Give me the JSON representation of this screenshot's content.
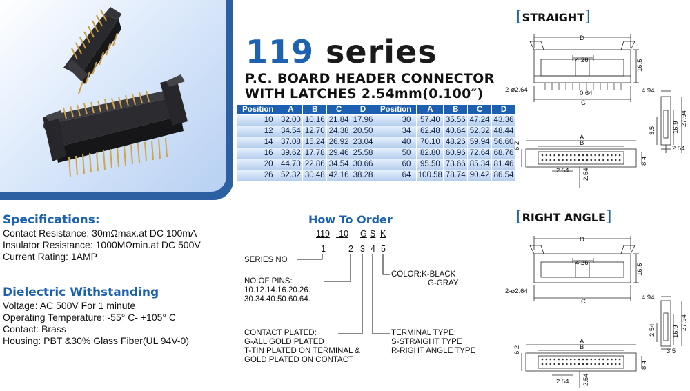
{
  "title": {
    "number": "119",
    "word": "series"
  },
  "subtitle": {
    "line1": "P.C. BOARD HEADER CONNECTOR",
    "line2": "WITH LATCHES 2.54mm(0.100″)"
  },
  "table": {
    "headers": [
      "Position",
      "A",
      "B",
      "C",
      "D",
      "Position",
      "A",
      "B",
      "C",
      "D"
    ],
    "rows": [
      [
        "10",
        "32.00",
        "10.16",
        "21.84",
        "17.96",
        "30",
        "57.40",
        "35.56",
        "47.24",
        "43.36"
      ],
      [
        "12",
        "34.54",
        "12.70",
        "24.38",
        "20.50",
        "34",
        "62.48",
        "40.64",
        "52.32",
        "48.44"
      ],
      [
        "14",
        "37.08",
        "15.24",
        "26.92",
        "23.04",
        "40",
        "70.10",
        "48.26",
        "59.94",
        "56.60"
      ],
      [
        "16",
        "39.62",
        "17.78",
        "29.46",
        "25.58",
        "50",
        "82.80",
        "60.96",
        "72.64",
        "68.76"
      ],
      [
        "20",
        "44.70",
        "22.86",
        "34.54",
        "30.66",
        "60",
        "95.50",
        "73.66",
        "85.34",
        "81.46"
      ],
      [
        "26",
        "52.32",
        "30.48",
        "42.16",
        "38.28",
        "64",
        "100.58",
        "78.74",
        "90.42",
        "86.54"
      ]
    ]
  },
  "specs": {
    "title": "Specifications:",
    "lines": [
      "Contact Resistance: 30mΩmax.at DC 100mA",
      "Insulator Resistance: 1000MΩmin.at DC 500V",
      "Current Rating: 1AMP"
    ]
  },
  "dielectric": {
    "title": "Dielectric Withstanding",
    "lines": [
      "Voltage: AC 500V For 1 minute",
      "Operating Temperature: -55° C- +105° C",
      "Contact: Brass",
      "Housing: PBT &30% Glass Fiber(UL 94V-0)"
    ]
  },
  "how_to_order": {
    "title": "How To Order",
    "code": [
      "119",
      "-10",
      "G",
      "S",
      "K"
    ],
    "indices": [
      "1",
      "2",
      "3",
      "4",
      "5"
    ],
    "series_no": "SERIES NO",
    "pins": [
      "NO.OF PINS:",
      "10.12.14.16.20.26.",
      "30.34.40.50.60.64."
    ],
    "color": [
      "COLOR:K-BLACK",
      "G-GRAY"
    ],
    "plated": [
      "CONTACT PLATED:",
      "G-ALL GOLD PLATED",
      "T-TIN PLATED ON TERMINAL &",
      "GOLD PLATED ON CONTACT"
    ],
    "terminal": [
      "TERMINAL TYPE:",
      "S-STRAIGHT TYPE",
      "R-RIGHT ANGLE TYPE"
    ]
  },
  "straight": {
    "label": "STRAIGHT",
    "dims": {
      "D": "D",
      "pitch_top": "4.26",
      "h": "16.5",
      "hole": "2-ø2.64",
      "pin": "0.64",
      "C": "C",
      "side_w": "4.94",
      "side_h1": "16.9",
      "side_h2": "27.94",
      "side_h3": "3.5",
      "side_b": "2.54",
      "A": "A",
      "B": "B",
      "w": "6.2",
      "w2": "8.4",
      "p1": "2.54",
      "p2": "2.54"
    }
  },
  "right_angle": {
    "label": "RIGHT ANGLE",
    "dims": {
      "D": "D",
      "pitch_top": "4.26",
      "h": "16.5",
      "hole": "2-ø2.64",
      "C": "C",
      "side_w": "4.94",
      "side_h1": "16.9",
      "side_h2": "27.94",
      "side_h3": "2.54",
      "side_b": "3.5",
      "A": "A",
      "B": "B",
      "w": "6.2",
      "w2": "8.4",
      "p1": "2.54",
      "p2": "2.54"
    }
  },
  "colors": {
    "accent": "#1d62b0",
    "table_header": "#1d5fb0",
    "frame": "#2d5fa3"
  }
}
